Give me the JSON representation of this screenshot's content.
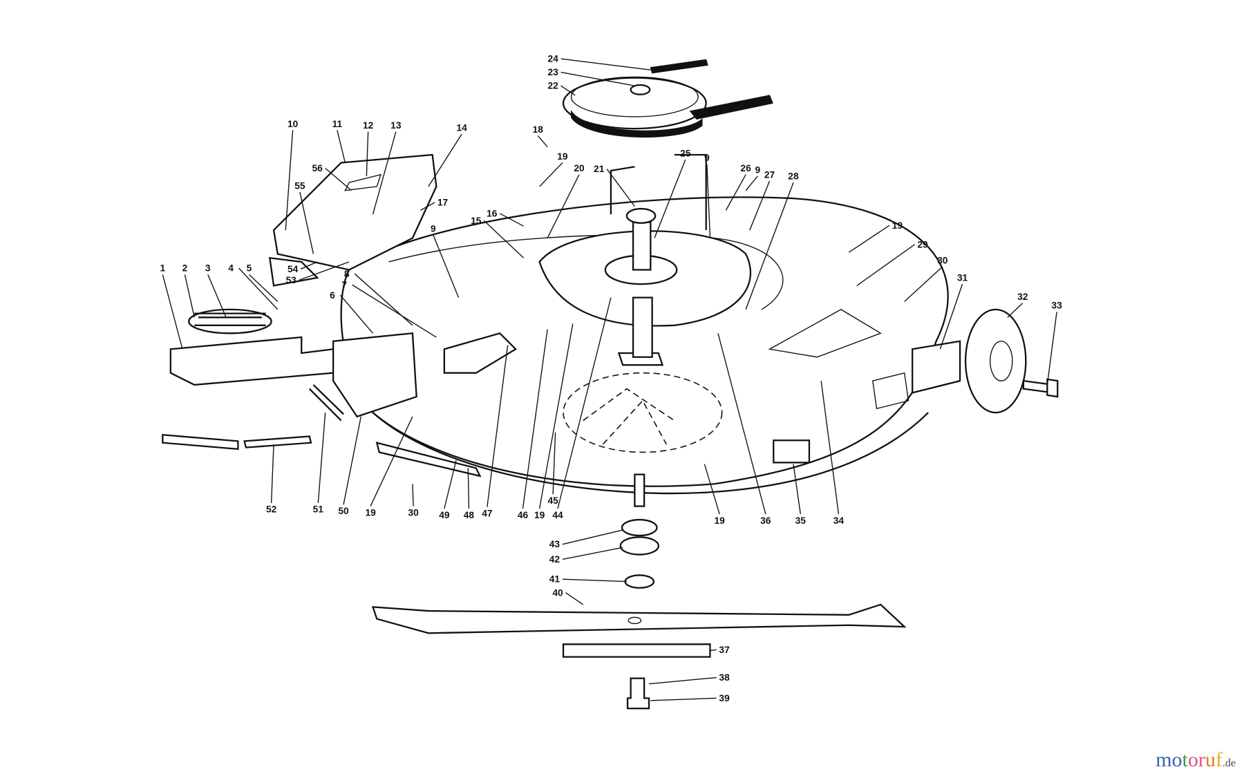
{
  "callouts": [
    "24",
    "23",
    "22",
    "10",
    "11",
    "12",
    "13",
    "14",
    "18",
    "19",
    "20",
    "21",
    "25",
    "9",
    "26",
    "9",
    "27",
    "28",
    "56",
    "55",
    "17",
    "16",
    "15",
    "9",
    "54",
    "53",
    "1",
    "2",
    "3",
    "4",
    "5",
    "8",
    "7",
    "6",
    "19",
    "29",
    "30",
    "31",
    "32",
    "33",
    "52",
    "51",
    "50",
    "19",
    "30",
    "49",
    "48",
    "47",
    "46",
    "19",
    "44",
    "45",
    "19",
    "36",
    "35",
    "34",
    "43",
    "42",
    "41",
    "40",
    "37",
    "38",
    "39"
  ],
  "watermark": {
    "brand": "motoruf",
    "suffix": ".de",
    "colors": [
      "#3b5fb0",
      "#3a9b3a",
      "#e0508a",
      "#e07a20",
      "#e8b020"
    ]
  }
}
